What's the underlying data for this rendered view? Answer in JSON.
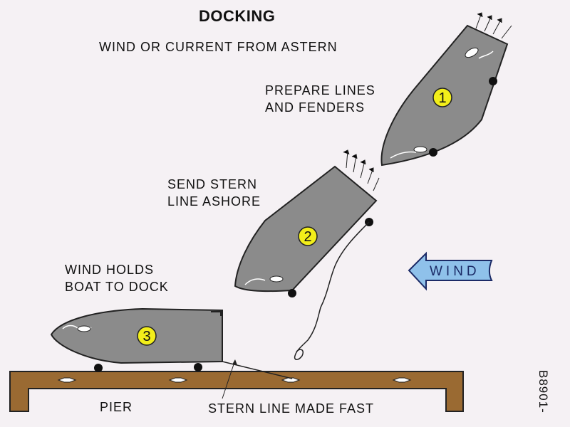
{
  "title": "DOCKING",
  "subtitle": "WIND OR CURRENT FROM ASTERN",
  "steps": [
    {
      "number": "1",
      "line1": "PREPARE LINES",
      "line2": "AND FENDERS"
    },
    {
      "number": "2",
      "line1": "SEND STERN",
      "line2": "LINE ASHORE"
    },
    {
      "number": "3",
      "line1": "WIND HOLDS",
      "line2": "BOAT TO DOCK"
    }
  ],
  "wind_label": "WIND",
  "pier_label": "PIER",
  "stern_line_label": "STERN LINE MADE FAST",
  "figure_code": "B8901-",
  "colors": {
    "hull": "#8b8b8b",
    "pier": "#9a6a32",
    "wind_arrow": "#8fc1ea",
    "marker": "#f2ee1a",
    "background": "#f5f1f4"
  }
}
